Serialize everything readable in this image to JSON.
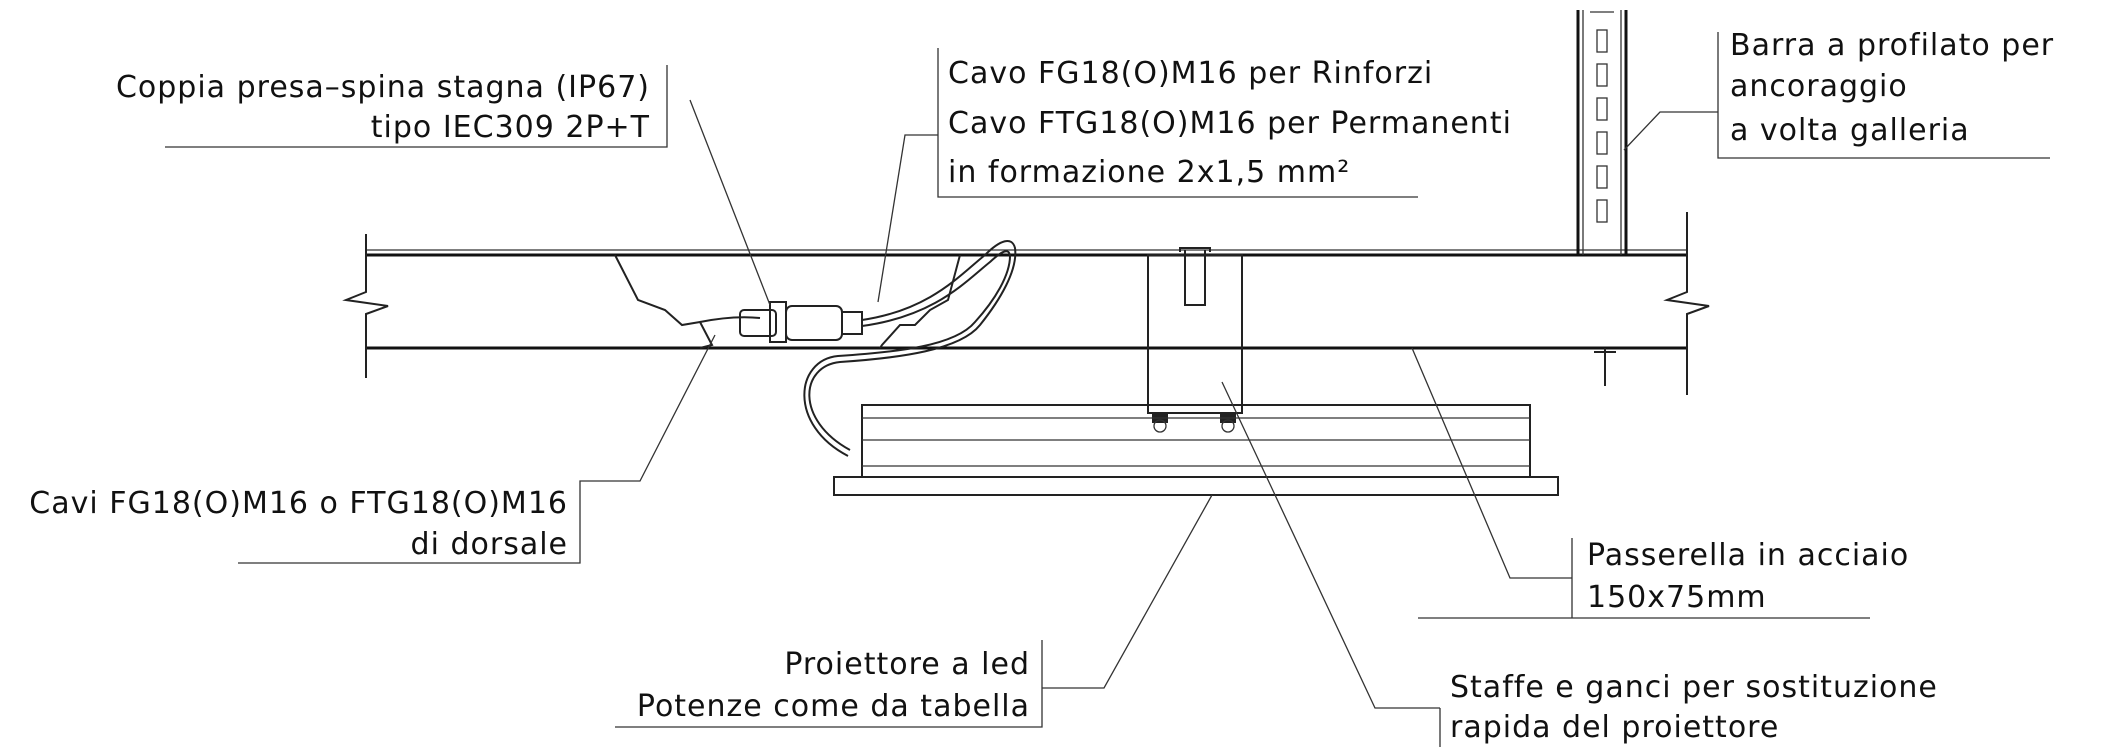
{
  "labels": {
    "coppia_line1": "Coppia presa–spina stagna (IP67)",
    "coppia_line2": "tipo IEC309 2P+T",
    "cavo_line1": "Cavo FG18(O)M16 per Rinforzi",
    "cavo_line2": "Cavo FTG18(O)M16 per Permanenti",
    "cavo_line3": "in formazione 2x1,5 mm²",
    "barra_line1": "Barra a profilato per",
    "barra_line2": "ancoraggio",
    "barra_line3": "a volta galleria",
    "cavi_line1": "Cavi FG18(O)M16 o FTG18(O)M16",
    "cavi_line2": "di dorsale",
    "passerella_line1": "Passerella in acciaio",
    "passerella_line2": "150x75mm",
    "proiettore_line1": "Proiettore  a led",
    "proiettore_line2": "Potenze come da tabella",
    "staffe_line1": "Staffe e ganci per sostituzione",
    "staffe_line2": "rapida del proiettore"
  },
  "colors": {
    "line": "#222222",
    "text": "#111111",
    "background": "#ffffff"
  }
}
